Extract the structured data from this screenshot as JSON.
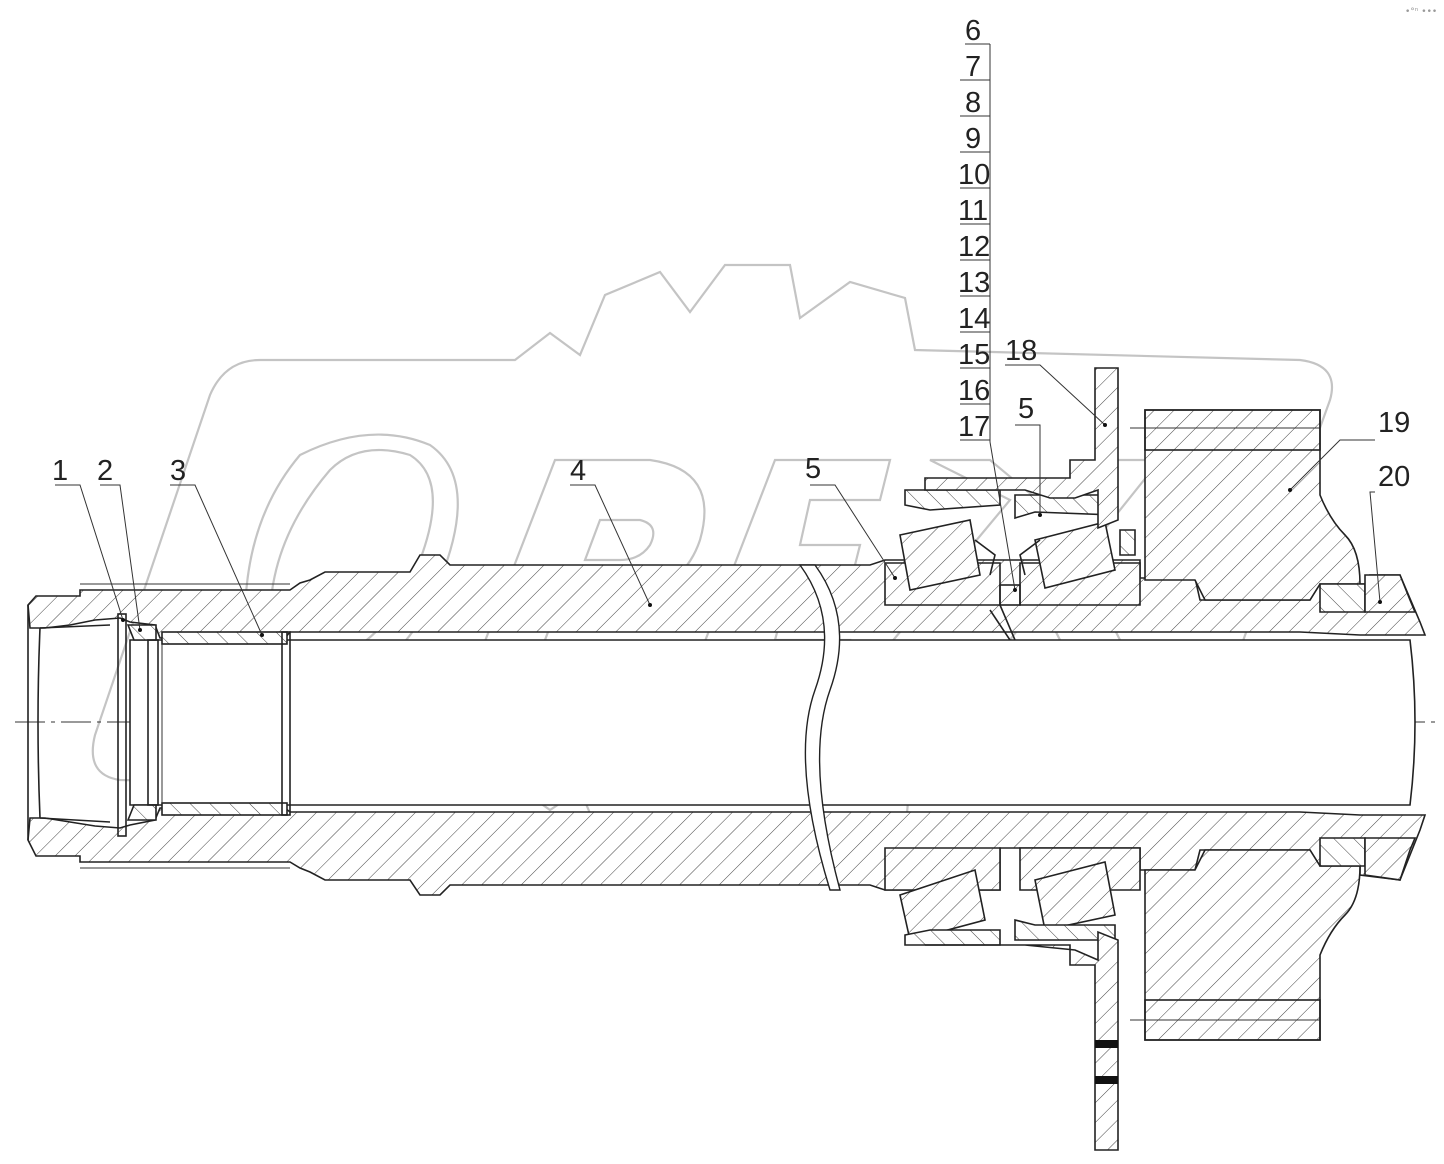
{
  "corner_mark": "•°ⁿ •••",
  "callouts": {
    "left": [
      "1",
      "2",
      "3",
      "4",
      "5"
    ],
    "stack": [
      "6",
      "7",
      "8",
      "9",
      "10",
      "11",
      "12",
      "13",
      "14",
      "15",
      "16",
      "17"
    ],
    "right": [
      "18",
      "5",
      "19",
      "20"
    ]
  },
  "colors": {
    "line": "#222222",
    "watermark": "#c4c4c4",
    "background": "#ffffff"
  },
  "icons": {
    "watermark": "gear-watermark-icon"
  }
}
